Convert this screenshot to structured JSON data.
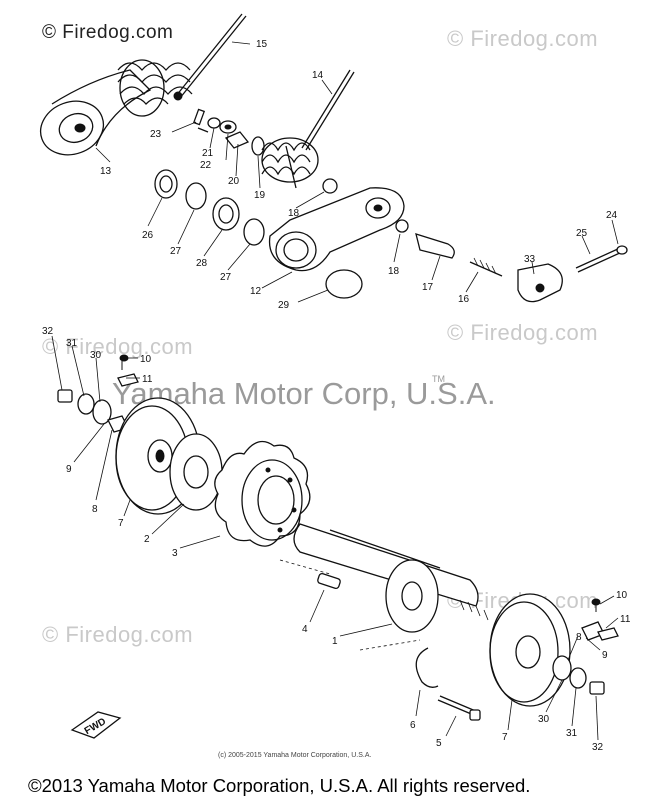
{
  "watermarks": {
    "top_left": "© Firedog.com",
    "top_right": "© Firedog.com",
    "mid_left": "© Firedog.com",
    "mid_right": "© Firedog.com",
    "low_left": "© Firedog.com",
    "low_right": "© Firedog.com"
  },
  "corp_watermark": "Yamaha Motor Corp, U.S.A.",
  "corp_tm": "TM",
  "small_copyright": "(c) 2005-2015 Yamaha Motor Corporation, U.S.A.",
  "copyright": "©2013 Yamaha Motor Corporation, U.S.A. All rights reserved.",
  "forward_marker": "FWD",
  "part_numbers": [
    "15",
    "14",
    "13",
    "23",
    "21",
    "22",
    "20",
    "19",
    "18",
    "26",
    "27",
    "28",
    "27",
    "12",
    "29",
    "18",
    "17",
    "16",
    "33",
    "25",
    "24",
    "32",
    "31",
    "30",
    "10",
    "11",
    "9",
    "8",
    "7",
    "2",
    "3",
    "4",
    "1",
    "6",
    "5",
    "7",
    "30",
    "31",
    "32",
    "8",
    "9",
    "10",
    "11"
  ]
}
